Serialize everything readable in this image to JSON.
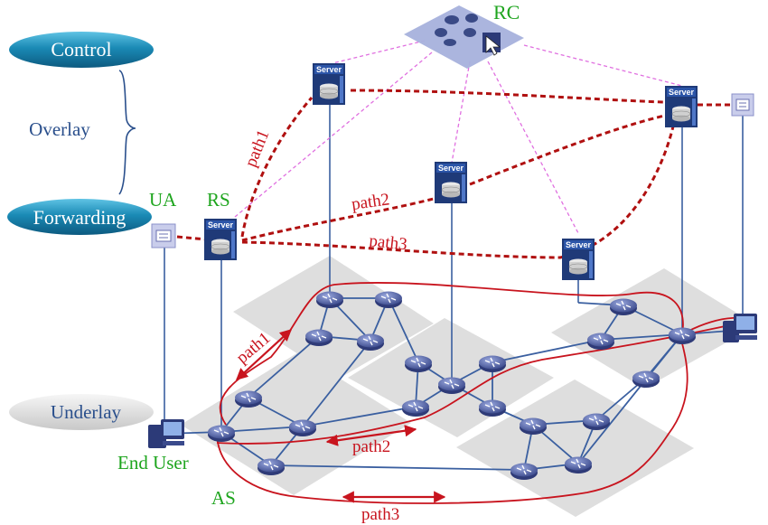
{
  "labels": {
    "control": "Control",
    "overlay": "Overlay",
    "forwarding": "Forwarding",
    "underlay": "Underlay",
    "rc": "RC",
    "ua": "UA",
    "rs": "RS",
    "end_user": "End User",
    "as": "AS"
  },
  "servers": [
    {
      "label": "Server"
    },
    {
      "label": "Server"
    },
    {
      "label": "Server"
    },
    {
      "label": "Server"
    },
    {
      "label": "Server"
    }
  ],
  "paths": {
    "overlay_path1": "path1",
    "overlay_path2": "path2",
    "overlay_path3": "path3",
    "underlay_path1": "path1",
    "underlay_path2": "path2",
    "underlay_path3": "path3"
  },
  "colors": {
    "pill_dark": "#1a7fa8",
    "pill_light": "#d8d8d8",
    "label_blue": "#2a4f8c",
    "label_green": "#1ea51e",
    "path_red": "#c8141e",
    "overlay_dash": "#b01010",
    "control_link": "#e070e0",
    "link_blue": "#3a5fa0",
    "server_blue": "#1f3a78",
    "router_blue": "#4a5aa0",
    "plane_gray": "#dcdcdc"
  }
}
